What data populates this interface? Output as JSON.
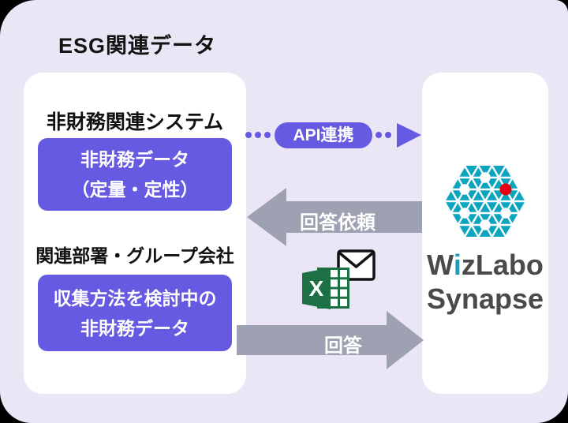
{
  "title": "ESG関連データ",
  "sources": {
    "system": {
      "heading": "非財務関連システム",
      "box_line1": "非財務データ",
      "box_line2": "（定量・定性）"
    },
    "departments": {
      "heading": "関連部署・グループ会社",
      "box_line1": "収集方法を検討中の",
      "box_line2": "非財務データ"
    }
  },
  "destination": {
    "brand_w": "W",
    "brand_i": "i",
    "brand_rest": "zLabo",
    "brand_line2": "Synapse",
    "logo": "hexagon-network-logo"
  },
  "flows": {
    "api": {
      "label": "API連携",
      "direction": "left-to-right",
      "style": "dotted"
    },
    "request": {
      "label": "回答依頼",
      "direction": "right-to-left",
      "style": "solid"
    },
    "answer": {
      "label": "回答",
      "direction": "left-to-right",
      "style": "solid",
      "icons": [
        "excel-icon",
        "envelope-icon"
      ]
    }
  },
  "icons": {
    "excel_letter": "X"
  },
  "colors": {
    "background": "#EAE6F5",
    "panel": "#FFFFFF",
    "accent_purple": "#675AE2",
    "arrow_gray": "#9EA1B1",
    "logo_teal": "#0CA4BE",
    "logo_red": "#E60012",
    "excel_green": "#1D7044",
    "brand_text": "#4A4A4A",
    "brand_i_teal": "#1B9EBB",
    "heading_text": "#111111"
  }
}
